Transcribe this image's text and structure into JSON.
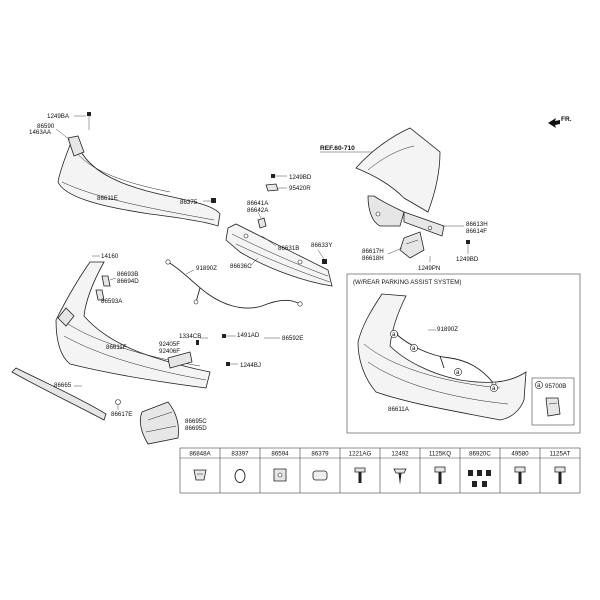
{
  "direction": {
    "label": "FR."
  },
  "ref": {
    "label": "REF.60-710"
  },
  "callouts": {
    "c1249BA": "1249BA",
    "c86590": "86590",
    "c1463AA": "1463AA",
    "c86611E": "86611E",
    "c86375": "86375",
    "c1249BD_top": "1249BD",
    "c95420R": "95420R",
    "c86641A": "86641A",
    "c86642A": "86642A",
    "c86631B": "86631B",
    "c86633Y": "86633Y",
    "c86636C": "86636C",
    "c86613H": "86613H",
    "c86614F": "86614F",
    "c86617H": "86617H",
    "c86618H": "86618H",
    "c1249PN": "1249PN",
    "c1249BD_right": "1249BD",
    "c14160": "14160",
    "c86693B": "86693B",
    "c86694D": "86694D",
    "c86593A": "86593A",
    "c91890Z_left": "91890Z",
    "c1334CB": "1334CB",
    "c1491AD": "1491AD",
    "c86592E": "86592E",
    "c92405F": "92405F",
    "c92406F": "92406F",
    "c86611F": "86611F",
    "c1244BJ": "1244BJ",
    "c86665": "86665",
    "c86617E": "86617E",
    "c86695C": "86695C",
    "c86695D": "86695D",
    "c91890Z_right": "91890Z",
    "c86611A": "86611A"
  },
  "assist_box": {
    "title": "(W/REAR PARKING ASSIST SYSTEM)",
    "marker": "a",
    "sensor_label": "95700B"
  },
  "parts_table": {
    "headers": [
      "86848A",
      "83397",
      "86594",
      "86379",
      "1221AG",
      "12492",
      "1125KQ",
      "86920C",
      "49580",
      "1125AT"
    ]
  }
}
